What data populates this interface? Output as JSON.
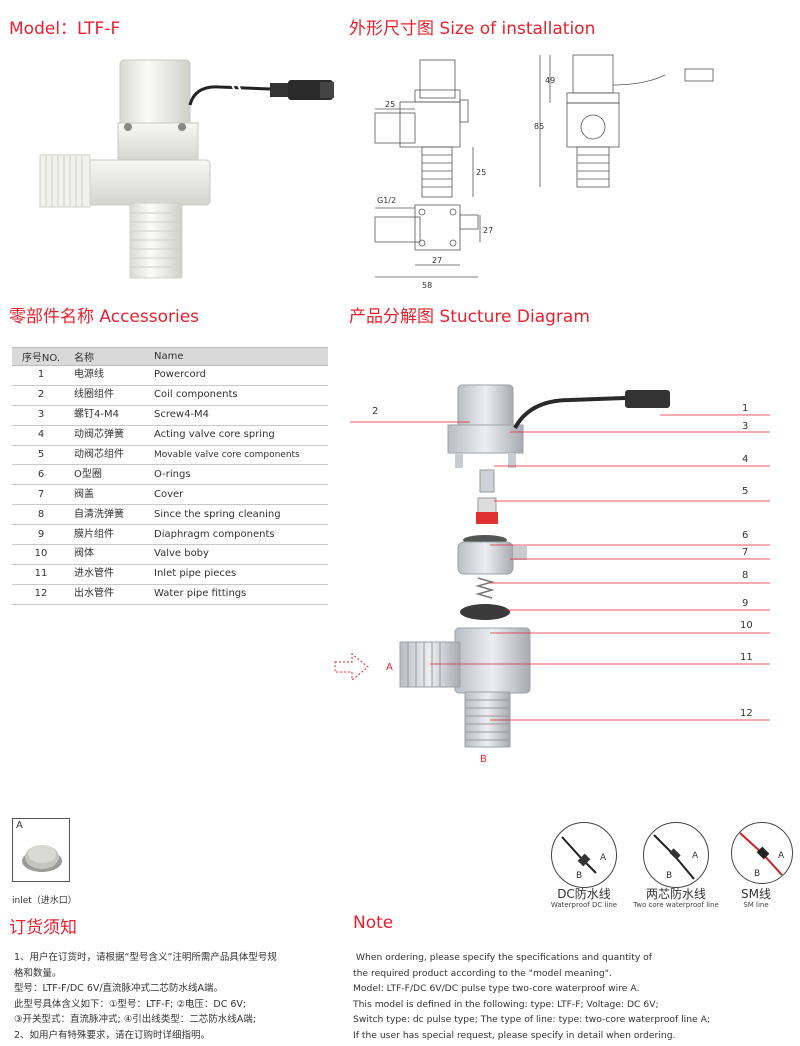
{
  "titles": {
    "model": "Model：LTF-F",
    "installation": "外形尺寸图 Size of installation",
    "accessories": "零部件名称 Accessories",
    "structure": "产品分解图 Stucture Diagram",
    "order_cn": "订货须知",
    "note": "Note"
  },
  "dimensions": {
    "d25_top": "25",
    "d25_side": "25",
    "d49": "49",
    "d85": "85",
    "g12": "G1/2",
    "d27_h": "27",
    "d27_v": "27",
    "d58": "58"
  },
  "accessories": {
    "headers": {
      "no": "序号NO.",
      "cn": "名称",
      "en": "Name"
    },
    "rows": [
      {
        "no": "1",
        "cn": "电源线",
        "en": "Powercord"
      },
      {
        "no": "2",
        "cn": "线圈组件",
        "en": "Coil components"
      },
      {
        "no": "3",
        "cn": "螺钉4-M4",
        "en": "Screw4-M4"
      },
      {
        "no": "4",
        "cn": "动阀芯弹簧",
        "en": "Acting valve core spring"
      },
      {
        "no": "5",
        "cn": "动阀芯组件",
        "en": "Movable valve core components"
      },
      {
        "no": "6",
        "cn": "O型圈",
        "en": "O-rings"
      },
      {
        "no": "7",
        "cn": "阀盖",
        "en": "Cover"
      },
      {
        "no": "8",
        "cn": "自清洗弹簧",
        "en": "Since the spring cleaning"
      },
      {
        "no": "9",
        "cn": "膜片组件",
        "en": "Diaphragm components"
      },
      {
        "no": "10",
        "cn": "阀体",
        "en": "Valve boby"
      },
      {
        "no": "11",
        "cn": "进水管件",
        "en": "Inlet pipe pieces"
      },
      {
        "no": "12",
        "cn": "出水管件",
        "en": "Water pipe fittings"
      }
    ]
  },
  "diagram_labels": {
    "n1": "1",
    "n2": "2",
    "n3": "3",
    "n4": "4",
    "n5": "5",
    "n6": "6",
    "n7": "7",
    "n8": "8",
    "n9": "9",
    "n10": "10",
    "n11": "11",
    "n12": "12",
    "a": "A",
    "b": "B"
  },
  "inlet": {
    "letter": "A",
    "caption": "inlet（进水口）"
  },
  "cables": [
    {
      "cn": "DC防水线",
      "en": "Waterproof DC line",
      "a": "A",
      "b": "B"
    },
    {
      "cn": "两芯防水线",
      "en": "Two core waterproof line",
      "a": "A",
      "b": "B"
    },
    {
      "cn": "SM线",
      "en": "SM line",
      "a": "A",
      "b": "B"
    }
  ],
  "order_cn_lines": [
    "1、用户在订货时，请根据“型号含义”注明所需产品具体型号规",
    "格和数量。",
    "型号：LTF-F/DC 6V/直流脉冲式二芯防水线A端。",
    "此型号具体含义如下：①型号：LTF-F; ②电压：DC 6V;",
    "③开关型式：直流脉冲式; ④引出线类型：二芯防水线A端;",
    "2、如用户有特殊要求，请在订购时详细指明。"
  ],
  "note_lines": [
    " When ordering, please specify the specifications and quantity of",
    "the required product according to the \"model meaning\".",
    "Model: LTF-F/DC 6V/DC pulse type two-core waterproof wire A.",
    "This model is defined in the following: type: LTF-F; Voltage: DC 6V;",
    "Switch type: dc pulse type; The type of line: type: two-core waterproof line A;",
    "If the user has special request, please specify in detail when ordering."
  ],
  "colors": {
    "accent": "#e8202e"
  }
}
